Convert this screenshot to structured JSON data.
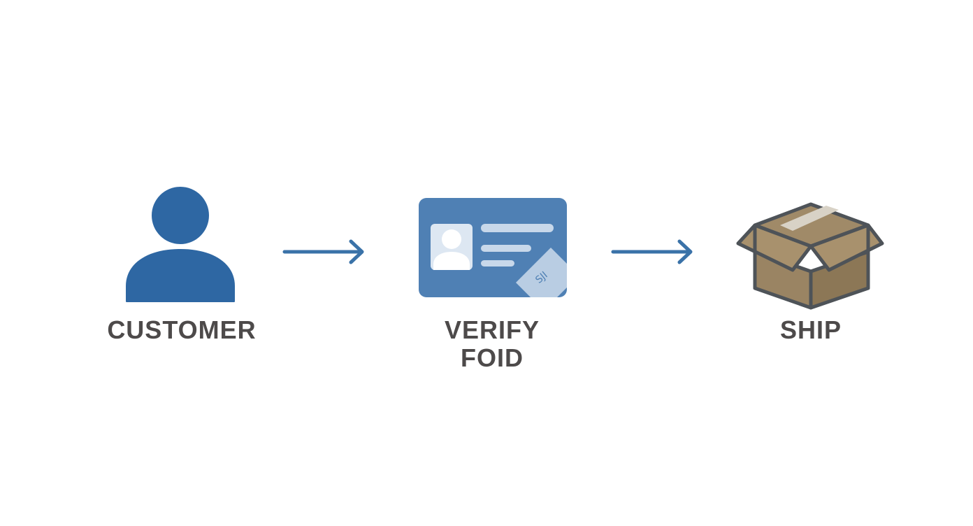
{
  "flow": {
    "steps": [
      {
        "label_lines": [
          "CUSTOMER"
        ],
        "icon": "person-icon"
      },
      {
        "label_lines": [
          "VERIFY",
          "FOID"
        ],
        "icon": "id-card-icon",
        "card_stamp_text": "SJI"
      },
      {
        "label_lines": [
          "SHIP"
        ],
        "icon": "box-icon"
      }
    ],
    "connectors": [
      "arrow-right-icon",
      "arrow-right-icon"
    ]
  },
  "colors": {
    "primary_blue": "#2e67a3",
    "card_blue": "#4f80b4",
    "card_light": "#dde7f2",
    "arrow_blue": "#3a72a8",
    "box_brown": "#a08a68",
    "box_outline": "#4e5358",
    "label_gray": "#4d4a4a"
  }
}
